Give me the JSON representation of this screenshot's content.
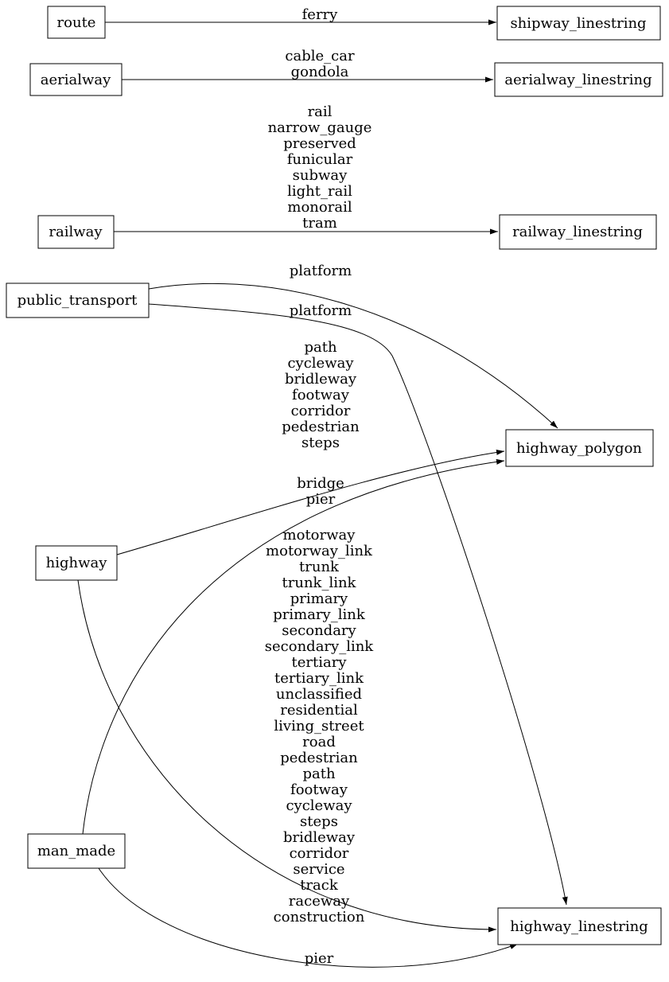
{
  "nodes": {
    "route": "route",
    "shipway_linestring": "shipway_linestring",
    "aerialway": "aerialway",
    "aerialway_linestring": "aerialway_linestring",
    "railway": "railway",
    "railway_linestring": "railway_linestring",
    "public_transport": "public_transport",
    "highway_polygon": "highway_polygon",
    "highway": "highway",
    "man_made": "man_made",
    "highway_linestring": "highway_linestring"
  },
  "edges": [
    {
      "from": "route",
      "to": "shipway_linestring",
      "labels": [
        "ferry"
      ]
    },
    {
      "from": "aerialway",
      "to": "aerialway_linestring",
      "labels": [
        "cable_car",
        "gondola"
      ]
    },
    {
      "from": "railway",
      "to": "railway_linestring",
      "labels": [
        "rail",
        "narrow_gauge",
        "preserved",
        "funicular",
        "subway",
        "light_rail",
        "monorail",
        "tram"
      ]
    },
    {
      "from": "public_transport",
      "to": "highway_polygon",
      "labels": [
        "platform"
      ]
    },
    {
      "from": "public_transport",
      "to": "highway_linestring",
      "labels": [
        "platform"
      ]
    },
    {
      "from": "highway",
      "to": "highway_polygon",
      "labels": [
        "path",
        "cycleway",
        "bridleway",
        "footway",
        "corridor",
        "pedestrian",
        "steps"
      ]
    },
    {
      "from": "man_made",
      "to": "highway_polygon",
      "labels": [
        "bridge",
        "pier"
      ]
    },
    {
      "from": "highway",
      "to": "highway_linestring",
      "labels": [
        "motorway",
        "motorway_link",
        "trunk",
        "trunk_link",
        "primary",
        "primary_link",
        "secondary",
        "secondary_link",
        "tertiary",
        "tertiary_link",
        "unclassified",
        "residential",
        "living_street",
        "road",
        "pedestrian",
        "path",
        "footway",
        "cycleway",
        "steps",
        "bridleway",
        "corridor",
        "service",
        "track",
        "raceway",
        "construction"
      ]
    },
    {
      "from": "man_made",
      "to": "highway_linestring",
      "labels": [
        "pier"
      ]
    }
  ],
  "colors": {
    "background": "#ffffff",
    "node_border": "#000000",
    "edge": "#000000",
    "text": "#000000"
  }
}
